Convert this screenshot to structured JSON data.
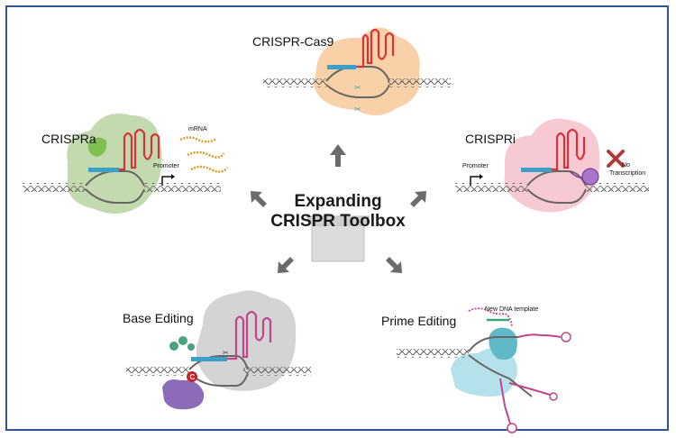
{
  "center": {
    "line1": "Expanding",
    "line2": "CRISPR Toolbox"
  },
  "panels": {
    "cas9": {
      "title": "CRISPR-Cas9"
    },
    "crispra": {
      "title": "CRISPRa",
      "mrna": "mRNA",
      "promoter": "Promoter"
    },
    "crispri": {
      "title": "CRISPRi",
      "promoter": "Promoter",
      "no": "No",
      "transcription": "Transcription"
    },
    "base": {
      "title": "Base Editing",
      "base_letter": "C"
    },
    "prime": {
      "title": "Prime Editing",
      "template": "New DNA template"
    }
  },
  "colors": {
    "border": "#2f5597",
    "cas9_blob": "#f7c99a",
    "crispra_blob": "#b9d3a0",
    "crispri_blob": "#f4c0cb",
    "base_blob": "#cfcfcf",
    "prime_blob": "#a8dde6",
    "guide_rna": "#d8323a",
    "spacer": "#3aa0c8",
    "arrow": "#6b6b6b"
  }
}
